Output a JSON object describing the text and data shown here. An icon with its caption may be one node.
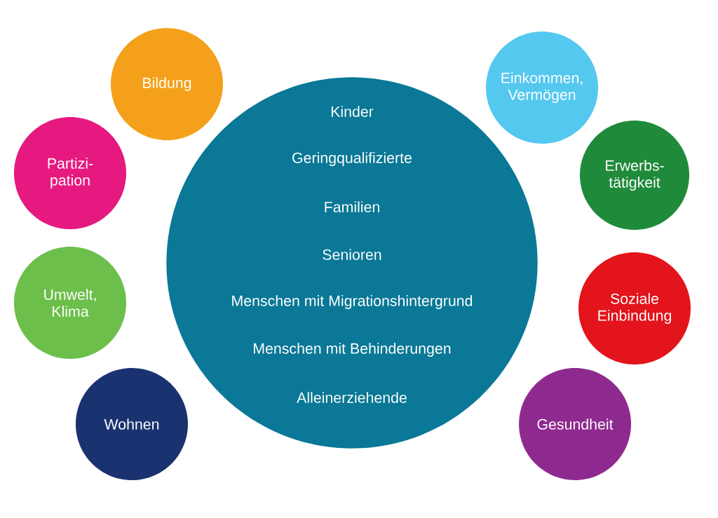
{
  "diagram": {
    "nodes": [
      {
        "text": [
          "Kinder",
          "Geringqualifizierte",
          "Familien",
          "Senioren",
          "Menschen mit Migrationshintergrund",
          "Menschen mit Behinderungen",
          "Alleinerziehende"
        ]
      },
      {
        "text": [
          "Bildung"
        ]
      },
      {
        "text": [
          "Partizi- pation"
        ]
      },
      {
        "text": [
          "Umwelt, Klima"
        ]
      },
      {
        "text": [
          "Wohnen"
        ]
      },
      {
        "text": [
          "Einkommen, Vermögen"
        ]
      },
      {
        "text": [
          "Erwerbs- tätigkeit"
        ]
      },
      {
        "text": [
          "Soziale Einbindung"
        ]
      },
      {
        "text": [
          "Gesundheit"
        ]
      }
    ]
  }
}
